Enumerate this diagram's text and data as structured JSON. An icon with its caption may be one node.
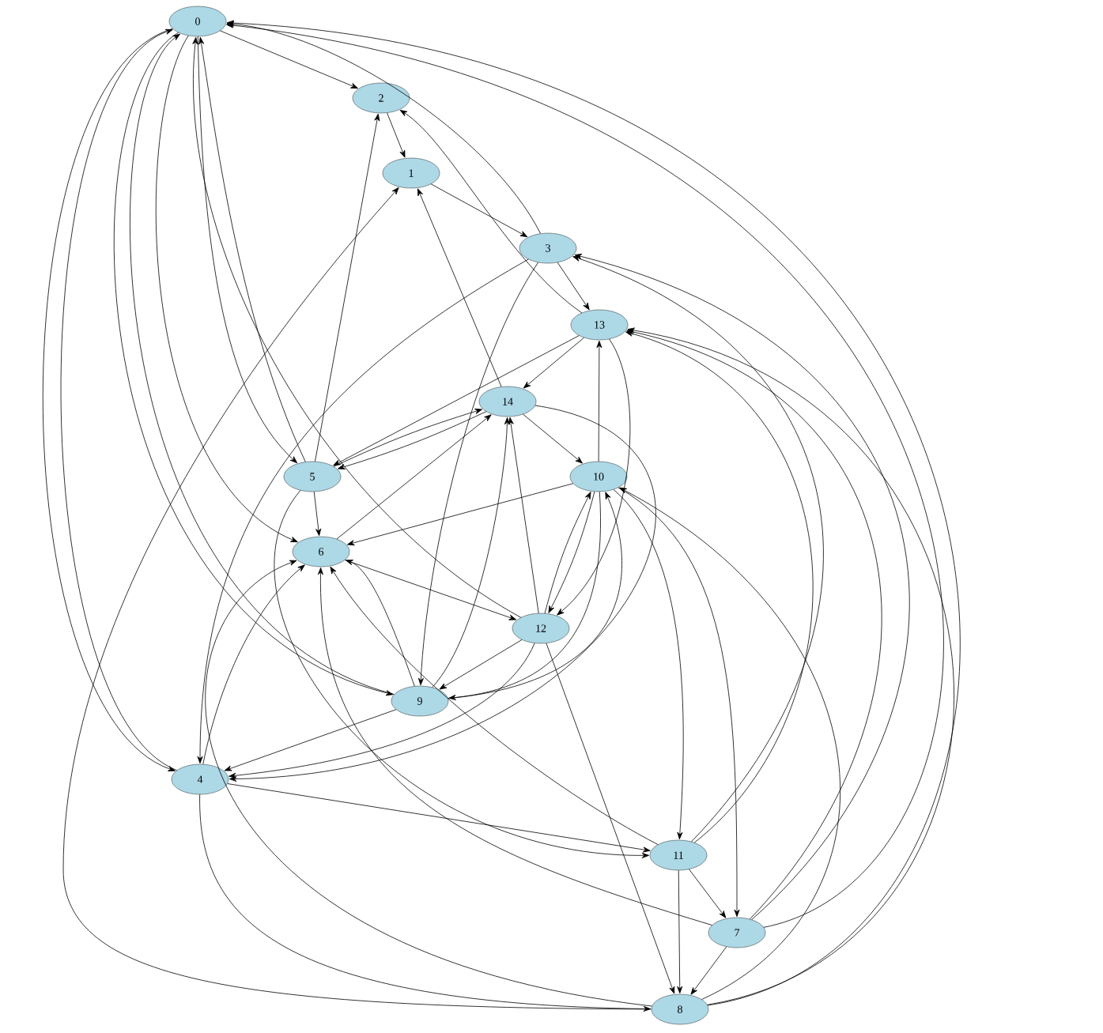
{
  "diagram": {
    "nodes": [
      {
        "text": [
          "0"
        ]
      },
      {
        "text": [
          "2"
        ]
      },
      {
        "text": [
          "1"
        ]
      },
      {
        "text": [
          "3"
        ]
      },
      {
        "text": [
          "13"
        ]
      },
      {
        "text": [
          "14"
        ]
      },
      {
        "text": [
          "5"
        ]
      },
      {
        "text": [
          "10"
        ]
      },
      {
        "text": [
          "6"
        ]
      },
      {
        "text": [
          "12"
        ]
      },
      {
        "text": [
          "9"
        ]
      },
      {
        "text": [
          "4"
        ]
      },
      {
        "text": [
          "11"
        ]
      },
      {
        "text": [
          "7"
        ]
      },
      {
        "text": [
          "8"
        ]
      }
    ],
    "edges": [
      {
        "from": 0,
        "to": 1,
        "arrow": "to"
      },
      {
        "from": 1,
        "to": 2,
        "arrow": "to"
      },
      {
        "from": 2,
        "to": 3,
        "arrow": "to"
      },
      {
        "from": 3,
        "to": 4,
        "arrow": "to"
      },
      {
        "from": 3,
        "to": 0,
        "arrow": "to"
      },
      {
        "from": 3,
        "to": 10,
        "arrow": "to"
      },
      {
        "from": 3,
        "to": 11,
        "arrow": "to"
      },
      {
        "from": 4,
        "to": 5,
        "arrow": "to"
      },
      {
        "from": 4,
        "to": 6,
        "arrow": "to"
      },
      {
        "from": 4,
        "to": 1,
        "arrow": "to"
      },
      {
        "from": 4,
        "to": 9,
        "arrow": "to"
      },
      {
        "from": 5,
        "to": 2,
        "arrow": "to"
      },
      {
        "from": 5,
        "to": 7,
        "arrow": "to"
      },
      {
        "from": 5,
        "to": 11,
        "arrow": "to"
      },
      {
        "from": 6,
        "to": 5,
        "arrow": "to"
      },
      {
        "from": 5,
        "to": 6,
        "arrow": "to"
      },
      {
        "from": 6,
        "to": 1,
        "arrow": "to"
      },
      {
        "from": 6,
        "to": 8,
        "arrow": "to"
      },
      {
        "from": 0,
        "to": 6,
        "arrow": "to"
      },
      {
        "from": 6,
        "to": 0,
        "arrow": "to"
      },
      {
        "from": 6,
        "to": 12,
        "arrow": "to"
      },
      {
        "from": 7,
        "to": 4,
        "arrow": "to"
      },
      {
        "from": 7,
        "to": 8,
        "arrow": "to"
      },
      {
        "from": 7,
        "to": 9,
        "arrow": "to"
      },
      {
        "from": 9,
        "to": 7,
        "arrow": "to"
      },
      {
        "from": 7,
        "to": 12,
        "arrow": "to"
      },
      {
        "from": 7,
        "to": 13,
        "arrow": "to"
      },
      {
        "from": 7,
        "to": 10,
        "arrow": "to"
      },
      {
        "from": 10,
        "to": 7,
        "arrow": "to"
      },
      {
        "from": 14,
        "to": 7,
        "arrow": "to"
      },
      {
        "from": 8,
        "to": 5,
        "arrow": "to"
      },
      {
        "from": 8,
        "to": 9,
        "arrow": "to"
      },
      {
        "from": 9,
        "to": 0,
        "arrow": "to"
      },
      {
        "from": 9,
        "to": 5,
        "arrow": "to"
      },
      {
        "from": 9,
        "to": 10,
        "arrow": "to"
      },
      {
        "from": 9,
        "to": 11,
        "arrow": "to"
      },
      {
        "from": 9,
        "to": 14,
        "arrow": "to"
      },
      {
        "from": 10,
        "to": 5,
        "arrow": "to"
      },
      {
        "from": 10,
        "to": 8,
        "arrow": "to"
      },
      {
        "from": 10,
        "to": 11,
        "arrow": "to"
      },
      {
        "from": 0,
        "to": 10,
        "arrow": "to"
      },
      {
        "from": 10,
        "to": 0,
        "arrow": "to"
      },
      {
        "from": 0,
        "to": 11,
        "arrow": "to"
      },
      {
        "from": 11,
        "to": 0,
        "arrow": "to"
      },
      {
        "from": 0,
        "to": 8,
        "arrow": "to"
      },
      {
        "from": 11,
        "to": 8,
        "arrow": "to"
      },
      {
        "from": 11,
        "to": 12,
        "arrow": "to"
      },
      {
        "from": 11,
        "to": 14,
        "arrow": "to"
      },
      {
        "from": 14,
        "to": 8,
        "arrow": "to"
      },
      {
        "from": 14,
        "to": 2,
        "arrow": "to"
      },
      {
        "from": 12,
        "to": 8,
        "arrow": "to"
      },
      {
        "from": 12,
        "to": 4,
        "arrow": "to"
      },
      {
        "from": 12,
        "to": 3,
        "arrow": "to"
      },
      {
        "from": 12,
        "to": 13,
        "arrow": "to"
      },
      {
        "from": 12,
        "to": 14,
        "arrow": "to"
      },
      {
        "from": 13,
        "to": 14,
        "arrow": "to"
      },
      {
        "from": 13,
        "to": 8,
        "arrow": "to"
      },
      {
        "from": 13,
        "to": 4,
        "arrow": "to"
      },
      {
        "from": 13,
        "to": 3,
        "arrow": "to"
      },
      {
        "from": 13,
        "to": 0,
        "arrow": "to"
      },
      {
        "from": 14,
        "to": 0,
        "arrow": "to"
      },
      {
        "from": 14,
        "to": 4,
        "arrow": "to"
      }
    ]
  }
}
